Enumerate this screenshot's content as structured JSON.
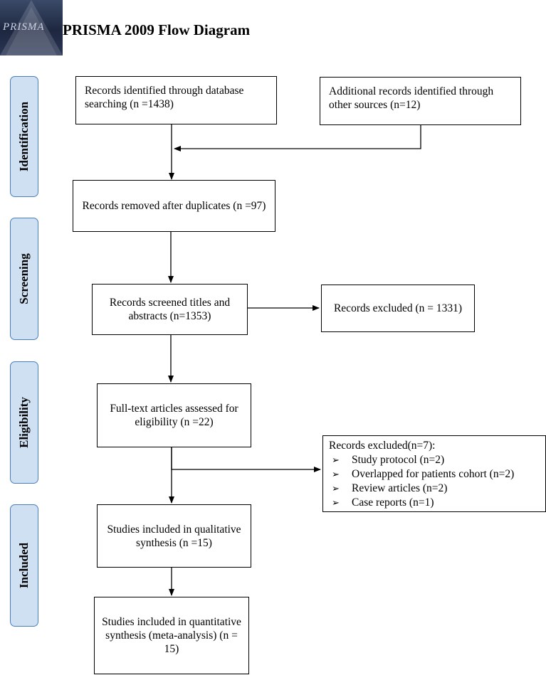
{
  "header": {
    "logo_text": "PRISMA",
    "title": "PRISMA 2009 Flow Diagram"
  },
  "phases": {
    "identification": "Identification",
    "screening": "Screening",
    "eligibility": "Eligibility",
    "included": "Included"
  },
  "boxes": {
    "database_search": "Records identified through database searching (n =1438)",
    "other_sources": "Additional records identified through other sources (n=12)",
    "after_duplicates": "Records removed after duplicates (n =97)",
    "screened": "Records screened titles and abstracts (n=1353)",
    "excluded": "Records excluded (n = 1331)",
    "fulltext": "Full-text articles assessed for eligibility (n =22)",
    "qualitative": "Studies included in qualitative synthesis (n =15)",
    "quantitative": "Studies included in quantitative synthesis (meta-analysis) (n = 15)"
  },
  "fulltext_exclusions": {
    "heading": "Records excluded(n=7):",
    "items": [
      "Study protocol (n=2)",
      "Overlapped for patients cohort (n=2)",
      "Review articles (n=2)",
      "Case reports (n=1)"
    ]
  },
  "colors": {
    "phase_fill": "#cfe0f3",
    "phase_border": "#4a7ebb",
    "logo_bg": "#1e2740"
  }
}
